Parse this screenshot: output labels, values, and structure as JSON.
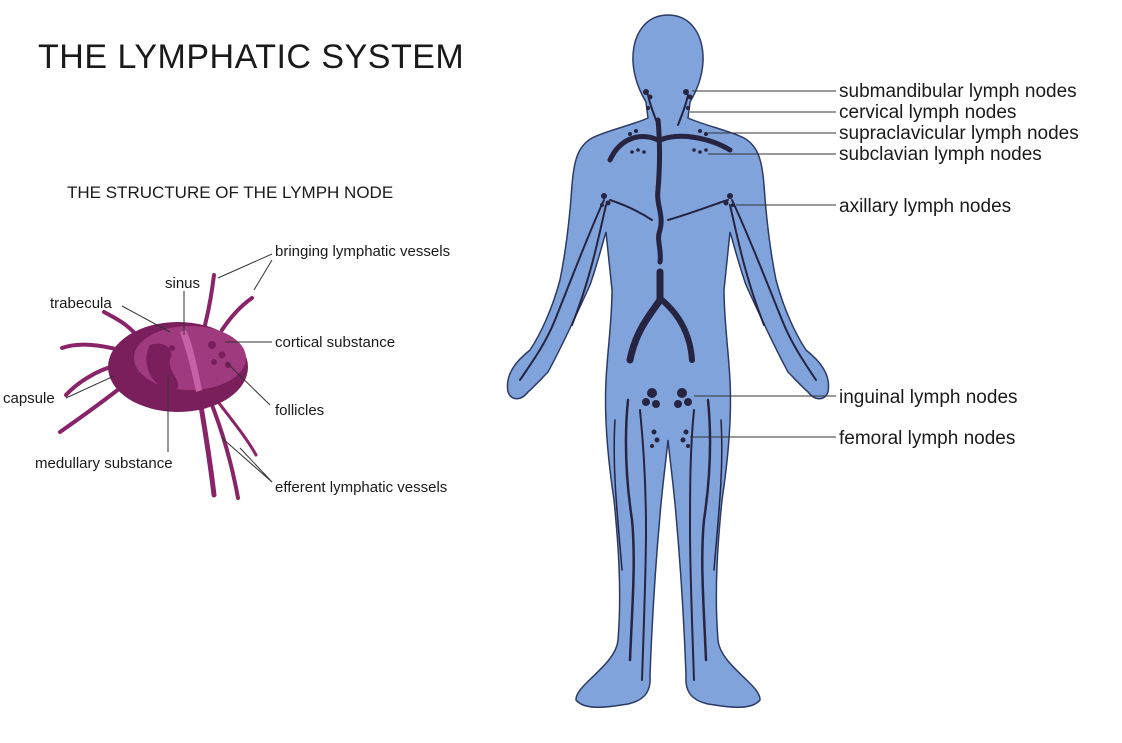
{
  "title": "THE LYMPHATIC SYSTEM",
  "subtitle": "THE STRUCTURE OF THE LYMPH NODE",
  "colors": {
    "body_fill": "#80a3dc",
    "body_stroke": "#2c3a66",
    "vessel": "#262440",
    "node_outer": "#7a1f5c",
    "node_inner": "#a03a7e",
    "node_light": "#c860a8"
  },
  "lymph_node_labels": {
    "bringing": "bringing lymphatic vessels",
    "sinus": "sinus",
    "trabecula": "trabecula",
    "cortical": "cortical substance",
    "capsule": "capsule",
    "follicles": "follicles",
    "medullary": "medullary substance",
    "efferent": "efferent lymphatic vessels"
  },
  "body_labels": {
    "submandibular": "submandibular lymph nodes",
    "cervical": "cervical lymph nodes",
    "supraclavicular": "supraclavicular lymph nodes",
    "subclavian": "subclavian lymph nodes",
    "axillary": "axillary lymph nodes",
    "inguinal": "inguinal lymph nodes",
    "femoral": "femoral lymph nodes"
  }
}
